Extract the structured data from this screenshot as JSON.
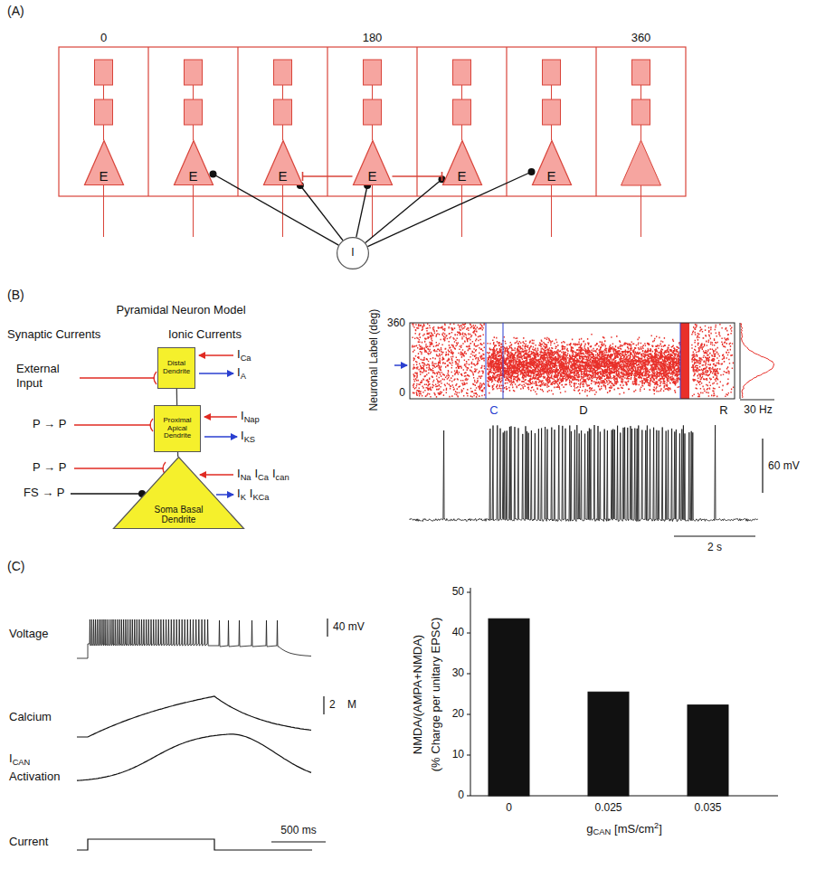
{
  "diagram": {
    "nodes": [
      {
        "text": [
          "E"
        ]
      },
      {
        "text": [
          "E"
        ]
      },
      {
        "text": [
          "E"
        ]
      },
      {
        "text": [
          "E"
        ]
      },
      {
        "text": [
          "E"
        ]
      },
      {
        "text": [
          "E"
        ]
      },
      {
        "text": [
          "I"
        ]
      },
      {
        "text": [
          "Distal Dendrite"
        ]
      },
      {
        "text": [
          "Proximal Apical Dendrite"
        ]
      },
      {
        "text": [
          "Soma Basal Dendrite"
        ]
      }
    ],
    "edges": [
      {
        "from": 6,
        "to": 1,
        "arrow": "to"
      },
      {
        "from": 6,
        "to": 2,
        "arrow": "to"
      },
      {
        "from": 6,
        "to": 3,
        "arrow": "to"
      },
      {
        "from": 6,
        "to": 4,
        "arrow": "to"
      },
      {
        "from": 6,
        "to": 5,
        "arrow": "to"
      },
      {
        "from": 3,
        "to": 2,
        "arrow": "to"
      },
      {
        "from": 3,
        "to": 4,
        "arrow": "to"
      },
      {
        "from": 7,
        "to": 8,
        "arrow": "none"
      },
      {
        "from": 8,
        "to": 9,
        "arrow": "none"
      }
    ],
    "labels": [
      "(A)",
      "0",
      "180",
      "360",
      "(B)",
      "Pyramidal Neuron Model",
      "Synaptic Currents",
      "Ionic Currents",
      "External Input",
      "P → P",
      "P → P",
      "FS → P",
      "I",
      "Ca",
      "I",
      "A",
      "I",
      "Nap",
      "I",
      "KS",
      "I",
      "Na",
      "I",
      "Ca",
      "I",
      "can",
      "I",
      "K",
      "I",
      "KCa",
      "Neuronal Label (deg)",
      "360",
      "0",
      "C",
      "D",
      "R",
      "30 Hz",
      "60 mV",
      "2 s",
      "(C)",
      "Voltage",
      "40 mV",
      "Calcium",
      "2",
      "M",
      "I",
      "CAN",
      "Activation",
      "Current",
      "500 ms",
      "NMDA/(AMPA+NMDA)",
      "(% Charge per unitary EPSC)",
      "50",
      "40",
      "30",
      "20",
      "10",
      "0",
      "0",
      "0.025",
      "0.035",
      "g",
      "CAN",
      "[mS/cm",
      "2",
      "]"
    ]
  }
}
